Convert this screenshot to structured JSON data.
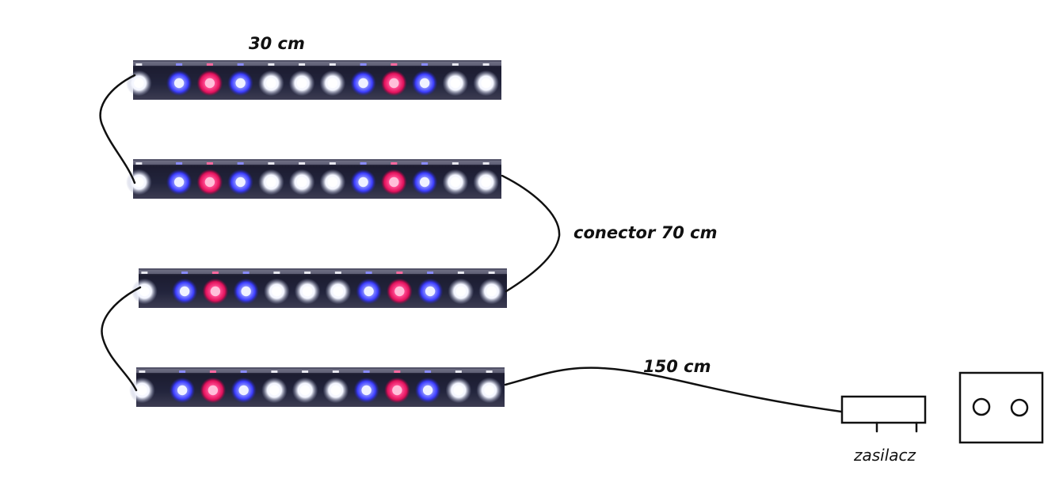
{
  "labels": {
    "strip_length": "30 cm",
    "connector": "conector 70 cm",
    "cable": "150 cm",
    "power_supply": "zasilacz"
  },
  "strip": {
    "led_colors": [
      "white",
      "blue",
      "red",
      "blue",
      "white",
      "white",
      "white",
      "blue",
      "red",
      "blue",
      "white",
      "white"
    ]
  },
  "colors": {
    "white_led": "#ffffff",
    "blue_led": "#3b3cff",
    "red_led": "#ff2a7a",
    "strip_body": "#23233a",
    "wire": "#111111"
  }
}
